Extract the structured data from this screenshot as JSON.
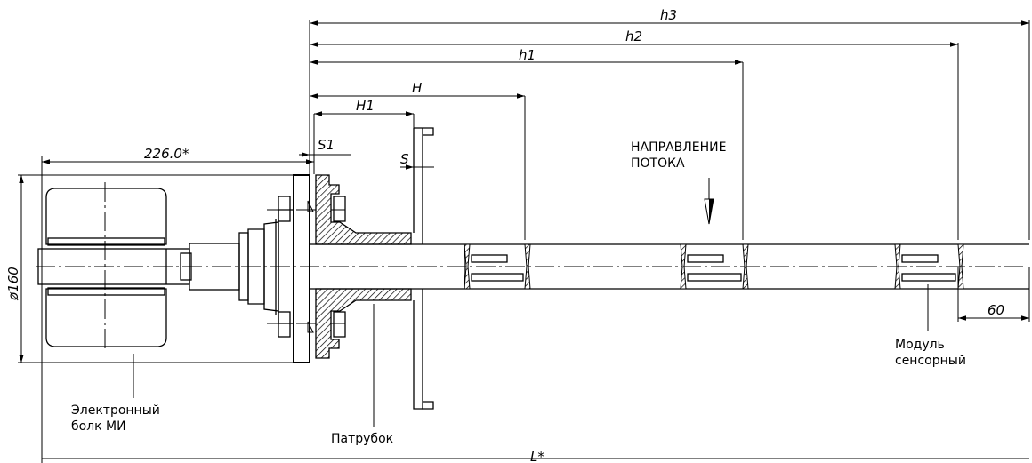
{
  "dimensions": {
    "h3": "h3",
    "h2": "h2",
    "h1": "h1",
    "H": "H",
    "H1": "H1",
    "S1": "S1",
    "S": "S",
    "length_226": "226.0*",
    "diameter": "ø160",
    "sixty": "60",
    "total_length": "L*"
  },
  "labels": {
    "flow_line1": "НАПРАВЛЕНИЕ",
    "flow_line2": "ПОТОКА",
    "electronic_line1": "Электронный",
    "electronic_line2": "болк МИ",
    "nozzle": "Патрубок",
    "sensor_line1": "Модуль",
    "sensor_line2": "сенсорный"
  }
}
